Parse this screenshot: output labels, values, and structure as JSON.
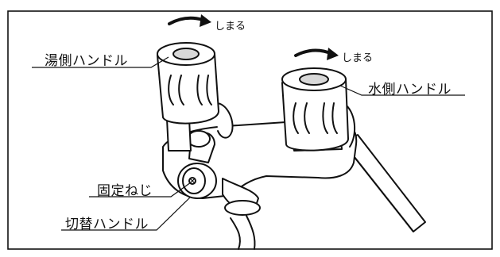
{
  "labels": {
    "hot_handle": "湯側ハンドル",
    "cold_handle": "水側ハンドル",
    "fixing_screw": "固定ねじ",
    "switch_handle": "切替ハンドル",
    "close_left": "しまる",
    "close_right": "しまる"
  },
  "colors": {
    "line": "#111111",
    "background": "#ffffff",
    "shade": "#d8d8d8"
  }
}
